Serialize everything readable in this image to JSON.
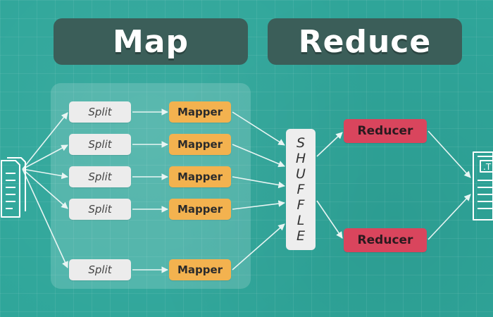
{
  "banners": {
    "map": "Map",
    "reduce": "Reduce"
  },
  "splits": [
    "Split",
    "Split",
    "Split",
    "Split",
    "Split"
  ],
  "mappers": [
    "Mapper",
    "Mapper",
    "Mapper",
    "Mapper",
    "Mapper"
  ],
  "shuffle": [
    "S",
    "H",
    "U",
    "F",
    "F",
    "L",
    "E"
  ],
  "reducers": [
    "Reducer",
    "Reducer"
  ],
  "output_label": ".T",
  "colors": {
    "background": "#2fa69a",
    "banner": "#3b5e59",
    "split": "#ececec",
    "mapper": "#f3b24f",
    "reducer": "#d9455d",
    "shuffle": "#eeeeee"
  },
  "icons": {
    "input": "document-scroll-icon",
    "output": "document-page-icon"
  }
}
